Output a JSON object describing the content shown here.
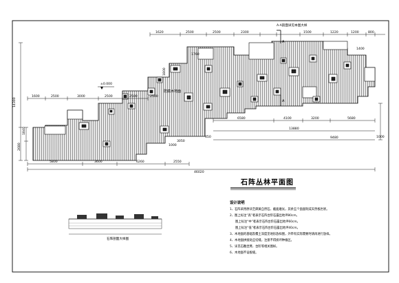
{
  "drawing": {
    "title": "石阵丛林平面图",
    "section_label": "A-A剖面详见本图大样",
    "section_mark": "A",
    "elevation_mark": "±0.000",
    "deck_label": "防腐木地面"
  },
  "dimensions": {
    "top": [
      "1620",
      "2500",
      "2500",
      "2300",
      "1500",
      "1220",
      "1200",
      "800"
    ],
    "upper_left": [
      "1600",
      "2500",
      "3000",
      "2500",
      "2500",
      "2500"
    ],
    "mid_right": [
      "6580",
      "4100",
      "3200",
      "5680"
    ],
    "right_total": "13880",
    "right_lower": "9480",
    "right_edge": "1000",
    "bottom": [
      "5800",
      "3600",
      "6260",
      "2550"
    ],
    "bottom_total": "46020",
    "left_total": "14300",
    "left_a": "2680",
    "left_b": "1840",
    "small": [
      "1760",
      "1400",
      "3050",
      "1000",
      "450",
      "1800"
    ]
  },
  "notes": {
    "heading": "设计说明",
    "items": [
      "1、石阵采用原块芝麻黄自然石，截面磨光，其余五个面面制成天然板岩状。",
      "2、图上标注“高”者表示石阵台阶石露出地坪80cm。",
      "图上标注“中”者表示石阵台阶石露出地坪60cm。",
      "图上标注“低”者表示石阵台阶石露出地坪40cm。",
      "3、木地面的基础及覆土深度见地形放样图，外带有实际需要时请再进行放样。",
      "4、木地面拼接处应切缝，注意不得损坏种植区。",
      "5、详见石雕坐凳、台阶等相关图样。",
      "6、木地面不设板缝。"
    ]
  },
  "detail": {
    "caption": "石阵剖面大样图"
  }
}
